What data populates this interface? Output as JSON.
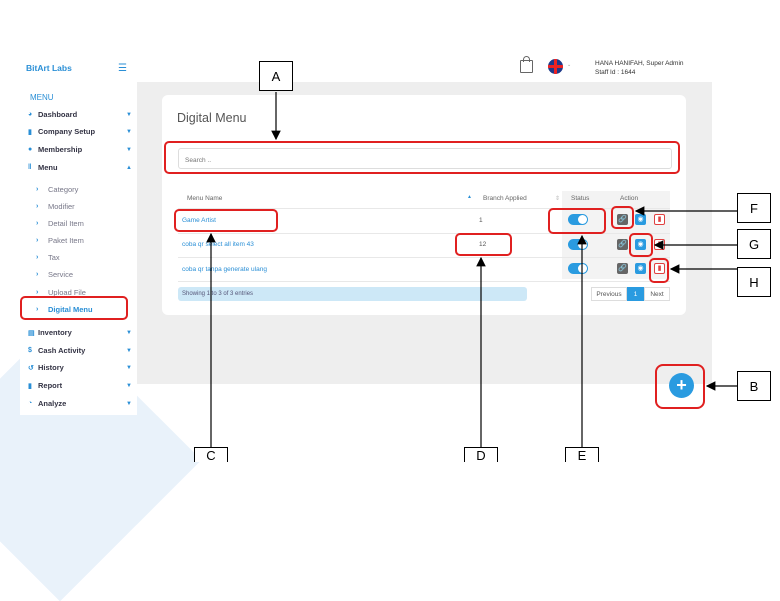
{
  "app": {
    "brand": "BitArt Labs"
  },
  "sidebar": {
    "section_title": "MENU",
    "items": [
      {
        "label": "Dashboard",
        "icon": "dashboard-icon"
      },
      {
        "label": "Company Setup",
        "icon": "building-icon"
      },
      {
        "label": "Membership",
        "icon": "users-icon"
      },
      {
        "label": "Menu",
        "icon": "cutlery-icon"
      }
    ],
    "sub_items": [
      "Category",
      "Modifier",
      "Detail Item",
      "Paket Item",
      "Tax",
      "Service",
      "Upload File",
      "Digital Menu"
    ],
    "items_bottom": [
      {
        "label": "Inventory",
        "icon": "inventory-icon"
      },
      {
        "label": "Cash Activity",
        "icon": "dollar-icon"
      },
      {
        "label": "History",
        "icon": "history-icon"
      },
      {
        "label": "Report",
        "icon": "report-icon"
      },
      {
        "label": "Analyze",
        "icon": "analyze-icon"
      }
    ]
  },
  "topbar": {
    "user_name": "HANA HANIFAH, Super Admin",
    "staff_id": "Staff Id : 1644"
  },
  "page": {
    "title": "Digital Menu",
    "search_placeholder": "Search ..",
    "columns": {
      "menu_name": "Menu Name",
      "branch_applied": "Branch Applied",
      "status": "Status",
      "action": "Action"
    },
    "rows": [
      {
        "name": "Game Artist",
        "branch": "1",
        "status": "on"
      },
      {
        "name": "coba qr select all item 43",
        "branch": "12",
        "status": "on"
      },
      {
        "name": "coba qr tanpa generate ulang",
        "branch": "",
        "status": "on"
      }
    ],
    "showing": "Showing 1 to 3 of 3 entries",
    "pagination": {
      "prev": "Previous",
      "page": "1",
      "next": "Next"
    }
  },
  "annotations": {
    "A": "A",
    "B": "B",
    "C": "C",
    "D": "D",
    "E": "E",
    "F": "F",
    "G": "G",
    "H": "H"
  },
  "colors": {
    "accent": "#2a9be0",
    "annotation": "#e02020"
  }
}
